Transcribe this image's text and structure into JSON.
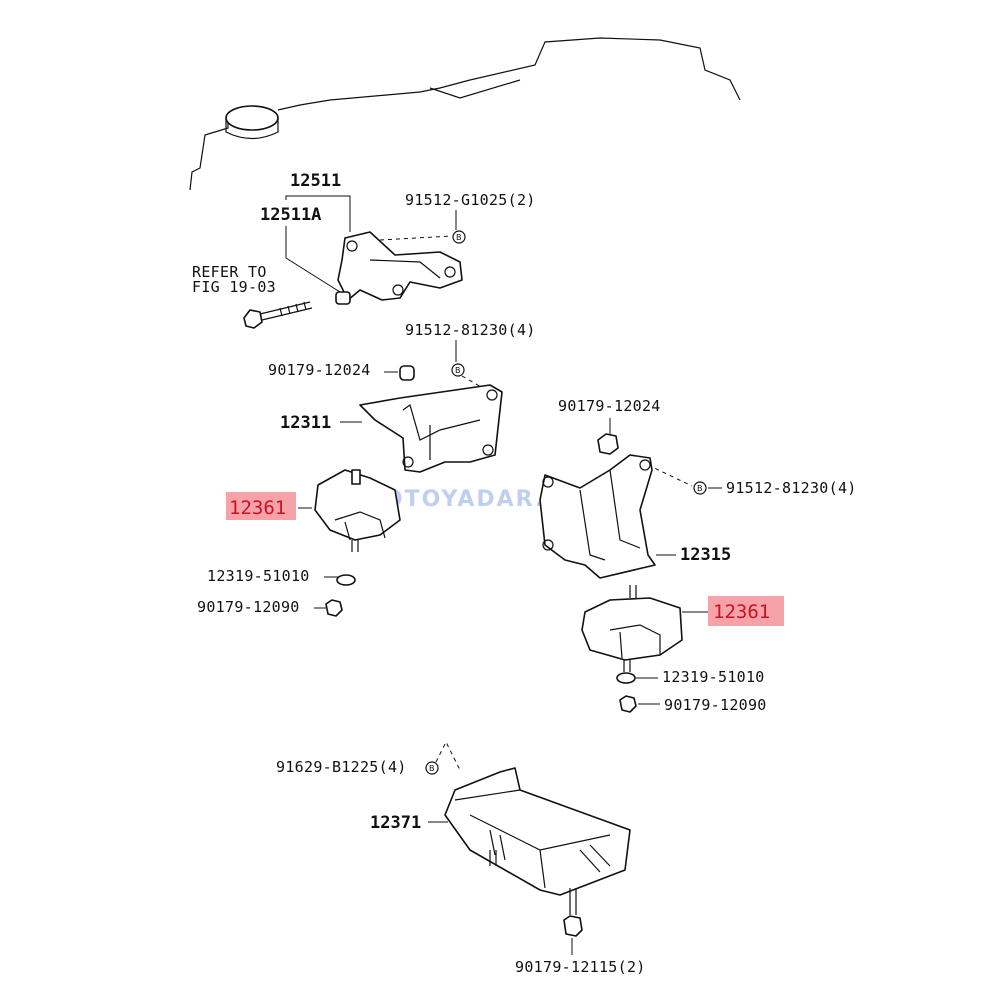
{
  "diagram": {
    "labels": {
      "p12511": "12511",
      "p12511A": "12511A",
      "refer_line1": "REFER TO",
      "refer_line2": "FIG 19-03",
      "p91512_g1025": "91512-G1025(2)",
      "p91512_81230_left": "91512-81230(4)",
      "p90179_12024_left": "90179-12024",
      "p12311": "12311",
      "p12361_left": "12361",
      "p12319_left": "12319-51010",
      "p90179_12090_left": "90179-12090",
      "p90179_12024_right": "90179-12024",
      "p91512_81230_right": "91512-81230(4)",
      "p12315": "12315",
      "p12361_right": "12361",
      "p12319_right": "12319-51010",
      "p90179_12090_right": "90179-12090",
      "p91629": "91629-B1225(4)",
      "p12371": "12371",
      "p90179_12115": "90179-12115(2)"
    },
    "bolt_marker": "B",
    "watermark": "MOTOYADAR.COM",
    "highlight_color": "#f5a3a8",
    "highlight_text_color": "#cc1122"
  }
}
